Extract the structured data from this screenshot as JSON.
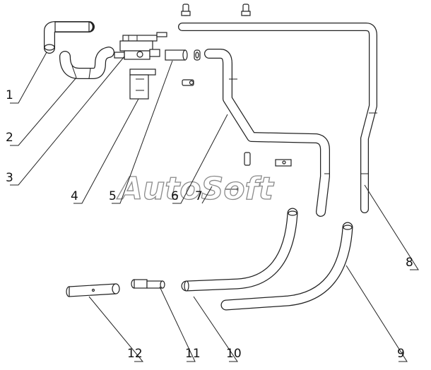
{
  "diagram": {
    "watermark": "AutoSoft",
    "callouts": [
      {
        "id": "c1",
        "label": "1"
      },
      {
        "id": "c2",
        "label": "2"
      },
      {
        "id": "c3",
        "label": "3"
      },
      {
        "id": "c4",
        "label": "4"
      },
      {
        "id": "c5",
        "label": "5"
      },
      {
        "id": "c6",
        "label": "6"
      },
      {
        "id": "c7",
        "label": "7"
      },
      {
        "id": "c8",
        "label": "8"
      },
      {
        "id": "c9",
        "label": "9"
      },
      {
        "id": "c10",
        "label": "10"
      },
      {
        "id": "c11",
        "label": "11"
      },
      {
        "id": "c12",
        "label": "12"
      }
    ]
  }
}
